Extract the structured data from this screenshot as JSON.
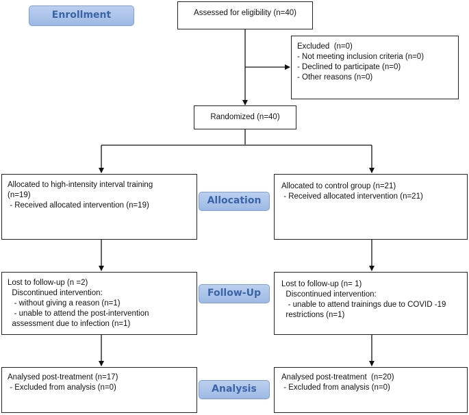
{
  "stages": {
    "enrollment": "Enrollment",
    "allocation": "Allocation",
    "follow_up": "Follow-Up",
    "analysis": "Analysis"
  },
  "assessed": "Assessed for eligibility (n=40)",
  "excluded": {
    "title": "Excluded  (n=0)",
    "items": [
      "- Not meeting inclusion criteria (n=0)",
      "- Declined to participate (n=0)",
      "- Other reasons (n=0)"
    ]
  },
  "randomized": "Randomized (n=40)",
  "allocation": {
    "left": {
      "line1": "Allocated to high-intensity interval training",
      "line2": "(n=19)",
      "line3": " - Received allocated intervention (n=19)"
    },
    "right": {
      "line1": "Allocated to control group (n=21)",
      "line2": " - Received allocated intervention (n=21)"
    }
  },
  "follow_up": {
    "left": {
      "line1": "Lost to follow-up (n =2)",
      "line2": "  Discontinued intervention:",
      "line3": "   - without giving a reason (n=1)",
      "line4": "   - unable to attend the post-intervention",
      "line5": "  assessment due to infection (n=1)"
    },
    "right": {
      "line1": "Lost to follow-up (n= 1)",
      "line2": "  Discontinued intervention:",
      "line3": "   - unable to attend trainings due to COVID -19",
      "line4": "  restrictions (n=1)"
    }
  },
  "analysis": {
    "left": {
      "line1": "Analysed post-treatment (n=17)",
      "line2": " - Excluded from analysis (n=0)"
    },
    "right": {
      "line1": "Analysed post-treatment  (n=20)",
      "line2": " - Excluded from analysis (n=0)"
    }
  }
}
